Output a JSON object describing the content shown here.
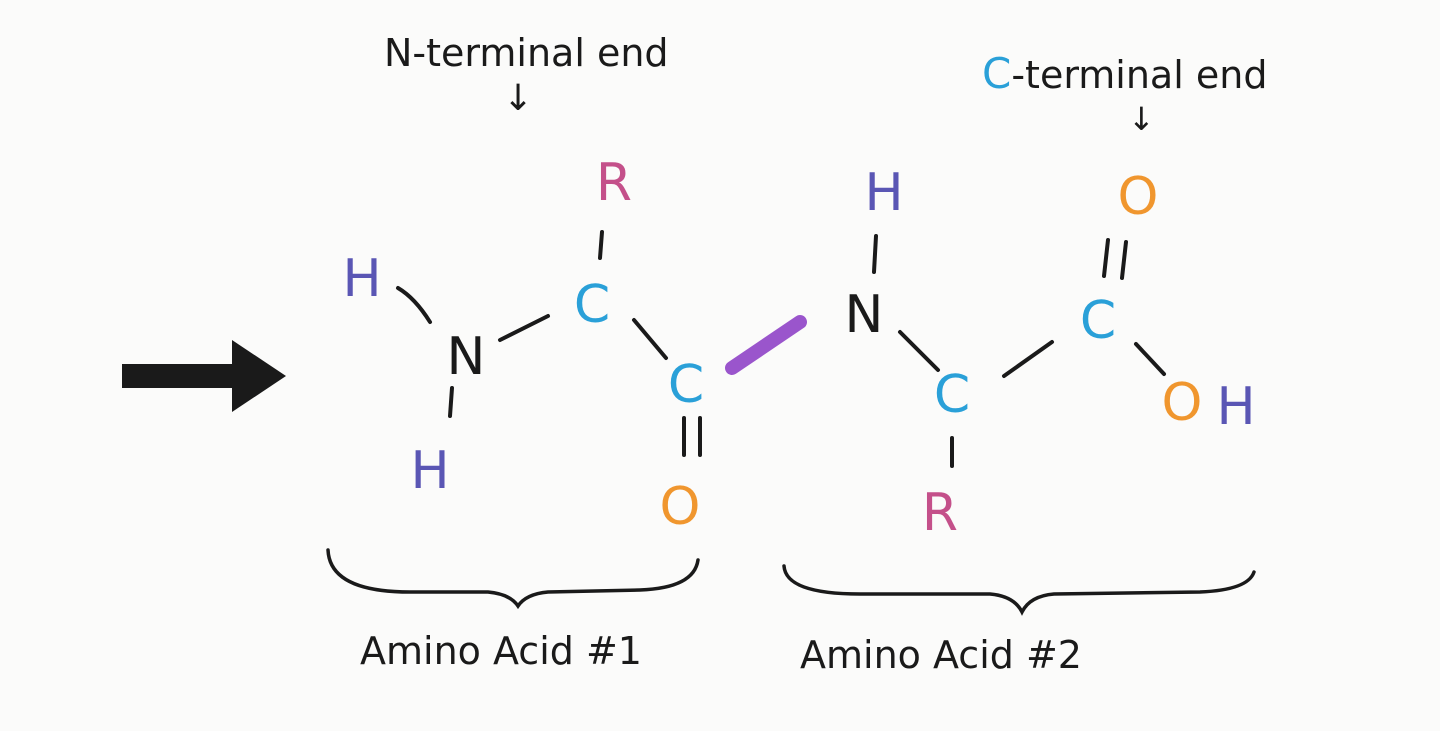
{
  "annotations": {
    "n_terminal": "N-terminal end",
    "c_terminal_prefix": "C",
    "c_terminal_rest": "-terminal end",
    "amino_acid_1": "Amino Acid #1",
    "amino_acid_2": "Amino Acid #2"
  },
  "atoms": {
    "h_top_left": "H",
    "h_bottom_left": "H",
    "n_left": "N",
    "c_alpha_1": "C",
    "r_1": "R",
    "c_carbonyl_1": "C",
    "o_carbonyl_1": "O",
    "n_right": "N",
    "h_on_n_right": "H",
    "c_alpha_2": "C",
    "r_2": "R",
    "c_carboxyl": "C",
    "o_carboxyl_double": "O",
    "o_hydroxyl": "O",
    "h_hydroxyl": "H"
  },
  "colors": {
    "hydrogen": "#5a56b4",
    "nitrogen": "#1a1a1a",
    "carbon": "#2aa0d8",
    "r_group": "#c4508a",
    "oxygen": "#f0962e",
    "peptide_bond": "#9a55cc",
    "c_label": "#2aa0d8",
    "ink": "#1a1a1a"
  }
}
